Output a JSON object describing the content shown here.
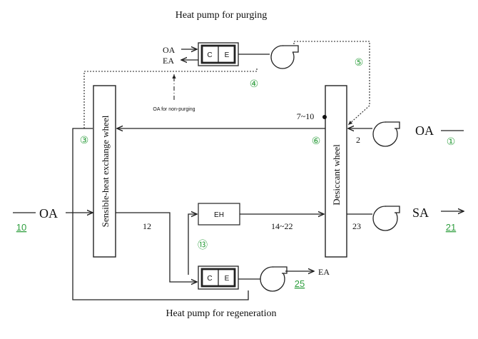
{
  "captions": {
    "top": "Heat pump for purging",
    "bottom": "Heat pump for regeneration",
    "purge_note": "OA for non-purging"
  },
  "components": {
    "sensible_wheel": "Sensible-heat exchange wheel",
    "desiccant_wheel": "Desiccant wheel",
    "electric_heater": "EH",
    "condenser": "C",
    "evaporator": "E"
  },
  "streams": {
    "oa_left": "OA",
    "oa_right": "OA",
    "sa": "SA",
    "purge_oa": "OA",
    "purge_ea": "EA",
    "regen_ea": "EA"
  },
  "values": {
    "v_7_10": "7~10",
    "v_2": "2",
    "v_12": "12",
    "v_14_22": "14~22",
    "v_23": "23"
  },
  "state_points": {
    "p1": "①",
    "p3": "③",
    "p4": "④",
    "p5": "⑤",
    "p6": "⑥",
    "p10": "10",
    "p13": "⑬",
    "p21": "21",
    "p25": "25"
  },
  "colors": {
    "line": "#222222",
    "state_point": "#2e9e3e"
  },
  "icons": [
    "fan-icon",
    "heat-pump-icon"
  ]
}
